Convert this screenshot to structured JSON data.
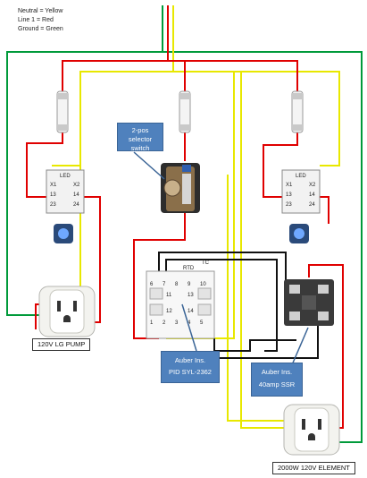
{
  "legend": {
    "neutral": "Neutral = Yellow",
    "line1": "Line 1 = Red",
    "ground": "Ground = Green"
  },
  "callouts": {
    "selector_switch": "2-pos selector switch",
    "pid": [
      "Auber Ins.",
      "PID SYL-2362"
    ],
    "ssr": [
      "Auber Ins.",
      "40amp SSR"
    ]
  },
  "labels": {
    "pump": "120V LG PUMP",
    "element": "2000W 120V ELEMENT"
  },
  "pid_terminals": {
    "top_row": [
      "6",
      "7",
      "8",
      "9",
      "10"
    ],
    "bottom_row": [
      "1",
      "2",
      "3",
      "4",
      "5"
    ],
    "middle_row_a": [
      "11",
      "13"
    ],
    "middle_row_b": [
      "12",
      "14"
    ],
    "rtd_label": "RTD",
    "tc_label": "TC"
  },
  "switch_terminals": {
    "top": [
      "LED"
    ],
    "row1": [
      "X1",
      "X2"
    ],
    "row2": [
      "13",
      "14"
    ],
    "row3": [
      "23",
      "24"
    ]
  },
  "colors": {
    "neutral": "#e8e800",
    "line1": "#e00000",
    "ground": "#009a3a",
    "black": "#111111",
    "callout": "#4f81bd"
  }
}
